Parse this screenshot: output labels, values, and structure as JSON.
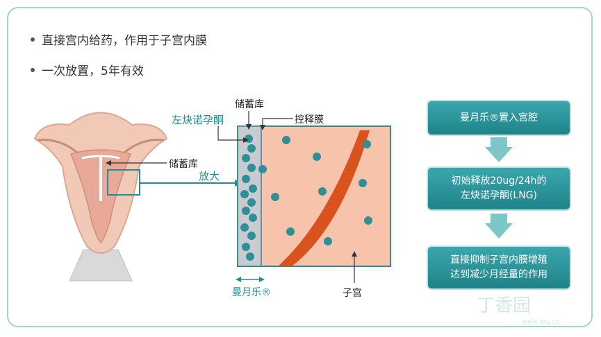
{
  "bullets": [
    "直接宫内给药，作用于子宫内膜",
    "一次放置，5年有效"
  ],
  "labels": {
    "storage_top": "储蓄库",
    "lng": "左炔诺孕酮",
    "membrane": "控释膜",
    "storage_left": "储蓄库",
    "magnify": "放大",
    "device": "曼月乐®",
    "uterus": "子宫"
  },
  "flow": [
    {
      "lines": [
        "曼月乐®置入宫腔"
      ]
    },
    {
      "lines": [
        "初始释放20ug/24h的",
        "左炔诺孕酮(LNG)"
      ]
    },
    {
      "lines": [
        "直接抑制子宫内膜增殖",
        "达到减少月经量的作用"
      ]
    }
  ],
  "watermark": {
    "brand": "丁香园",
    "url": "www.dxy.cn"
  },
  "colors": {
    "teal": "#1f8f94",
    "box_fill": "#f7c4ab",
    "band": "#d9531f",
    "molecule": "#2f8f96"
  }
}
